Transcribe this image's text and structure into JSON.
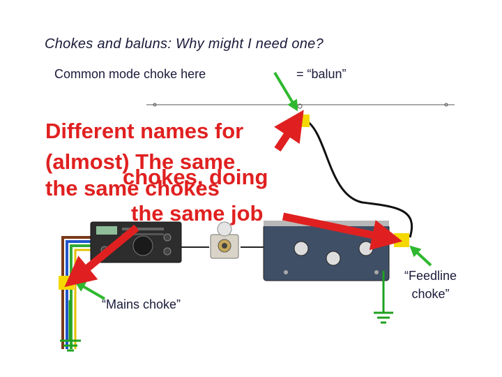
{
  "title": "Chokes and baluns: Why might I need one?",
  "labels": {
    "common_mode": "Common mode choke here",
    "balun": "= “balun”",
    "mains": "“Mains choke”",
    "feedline_line1": "“Feedline",
    "feedline_line2": "choke”"
  },
  "overlay": {
    "line1": "Different names for",
    "line2": "(almost) The same",
    "line3": "the same chokes",
    "line3b": "chokes, doing",
    "line4": "the same job"
  },
  "colors": {
    "accent_red": "#e02020",
    "choke_yellow": "#f5d800",
    "pointer_green": "#2fb82f",
    "ground_green": "#1fa01f"
  }
}
